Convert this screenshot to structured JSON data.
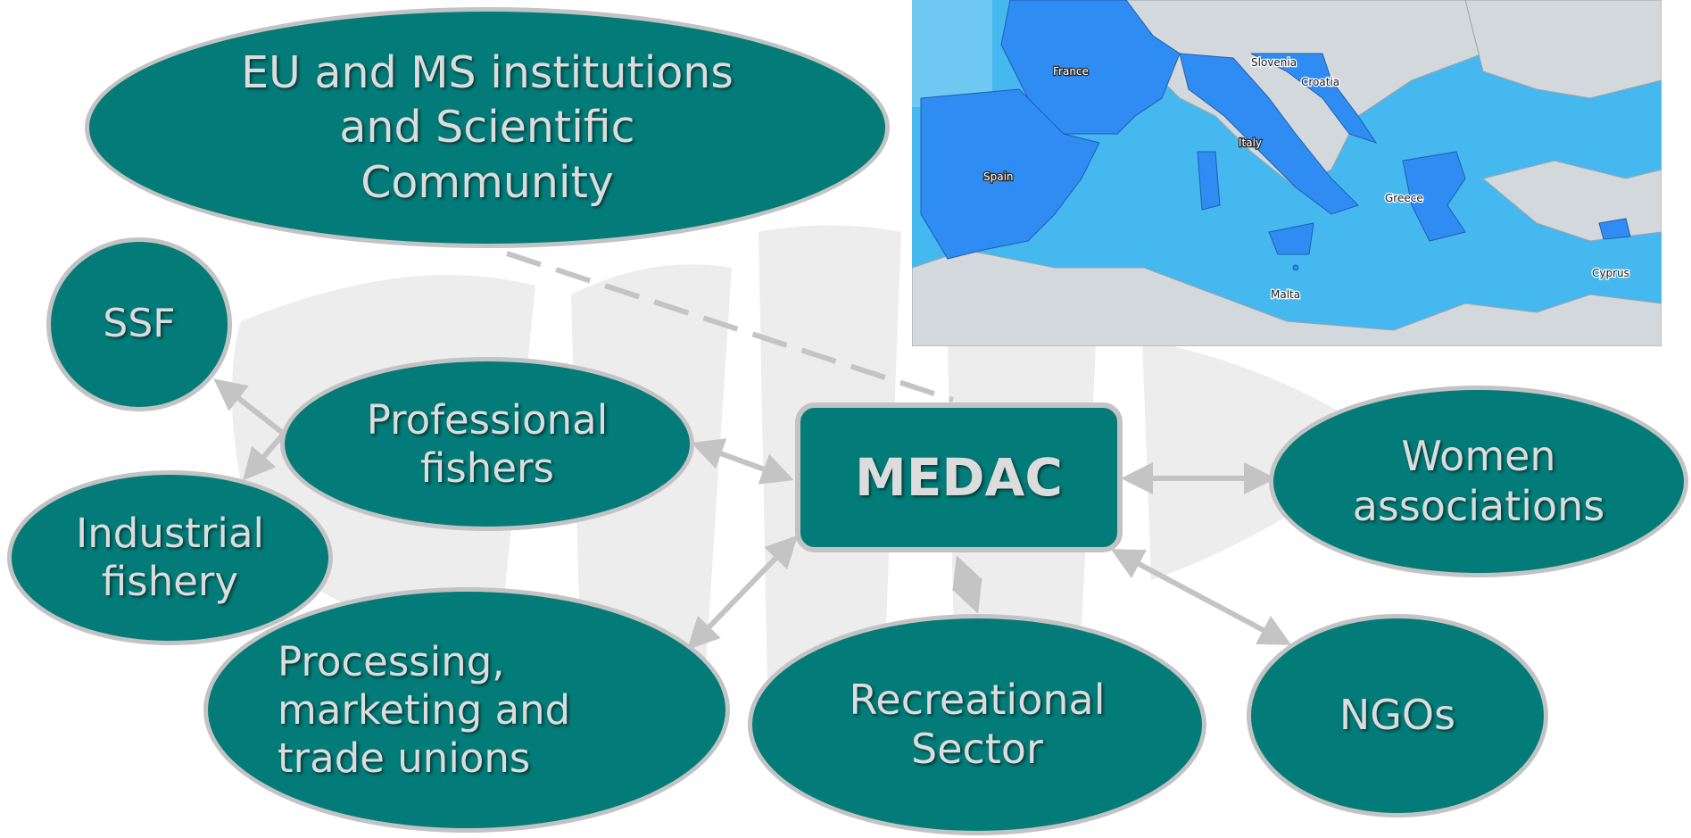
{
  "diagram": {
    "center": "MEDAC",
    "nodes": {
      "eu": [
        "EU and MS institutions",
        "and Scientific",
        "Community"
      ],
      "ssf": [
        "SSF"
      ],
      "professional": [
        "Professional",
        "fishers"
      ],
      "industrial": [
        "Industrial",
        "fishery"
      ],
      "processing": [
        "Processing,",
        "marketing and",
        "trade unions"
      ],
      "recreational": [
        "Recreational",
        "Sector"
      ],
      "women": [
        "Women",
        "associations"
      ],
      "ngos": [
        "NGOs"
      ]
    }
  },
  "map": {
    "labels": [
      "France",
      "Slovenia",
      "Croatia",
      "Spain",
      "Italy",
      "Greece",
      "Malta",
      "Cyprus"
    ]
  },
  "colors": {
    "node_fill": "#037b78",
    "node_border": "#c3c3c3",
    "node_text": "#dcdcdc",
    "connector": "#c4c4c4",
    "member_state": "#2f8cf2",
    "sea": "#46b8f0",
    "land": "#d3d8dc"
  }
}
